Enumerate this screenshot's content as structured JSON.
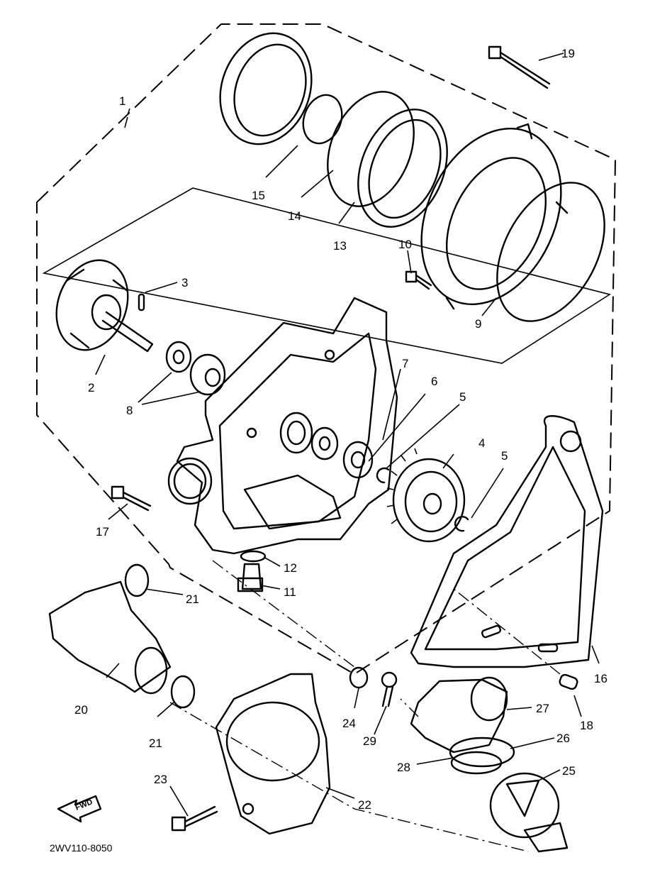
{
  "diagram": {
    "code": "2WV110-8050",
    "fwd_label": "FWD",
    "callouts": [
      {
        "key": "c1",
        "text": "1"
      },
      {
        "key": "c2",
        "text": "2"
      },
      {
        "key": "c3",
        "text": "3"
      },
      {
        "key": "c4",
        "text": "4"
      },
      {
        "key": "c5a",
        "text": "5"
      },
      {
        "key": "c5b",
        "text": "5"
      },
      {
        "key": "c6",
        "text": "6"
      },
      {
        "key": "c7",
        "text": "7"
      },
      {
        "key": "c8",
        "text": "8"
      },
      {
        "key": "c9",
        "text": "9"
      },
      {
        "key": "c10",
        "text": "10"
      },
      {
        "key": "c11",
        "text": "11"
      },
      {
        "key": "c12",
        "text": "12"
      },
      {
        "key": "c13",
        "text": "13"
      },
      {
        "key": "c14",
        "text": "14"
      },
      {
        "key": "c15",
        "text": "15"
      },
      {
        "key": "c16",
        "text": "16"
      },
      {
        "key": "c17",
        "text": "17"
      },
      {
        "key": "c18",
        "text": "18"
      },
      {
        "key": "c19",
        "text": "19"
      },
      {
        "key": "c20",
        "text": "20"
      },
      {
        "key": "c21a",
        "text": "21"
      },
      {
        "key": "c21b",
        "text": "21"
      },
      {
        "key": "c22",
        "text": "22"
      },
      {
        "key": "c23",
        "text": "23"
      },
      {
        "key": "c24",
        "text": "24"
      },
      {
        "key": "c25",
        "text": "25"
      },
      {
        "key": "c26",
        "text": "26"
      },
      {
        "key": "c27",
        "text": "27"
      },
      {
        "key": "c28",
        "text": "28"
      },
      {
        "key": "c29",
        "text": "29"
      }
    ]
  }
}
